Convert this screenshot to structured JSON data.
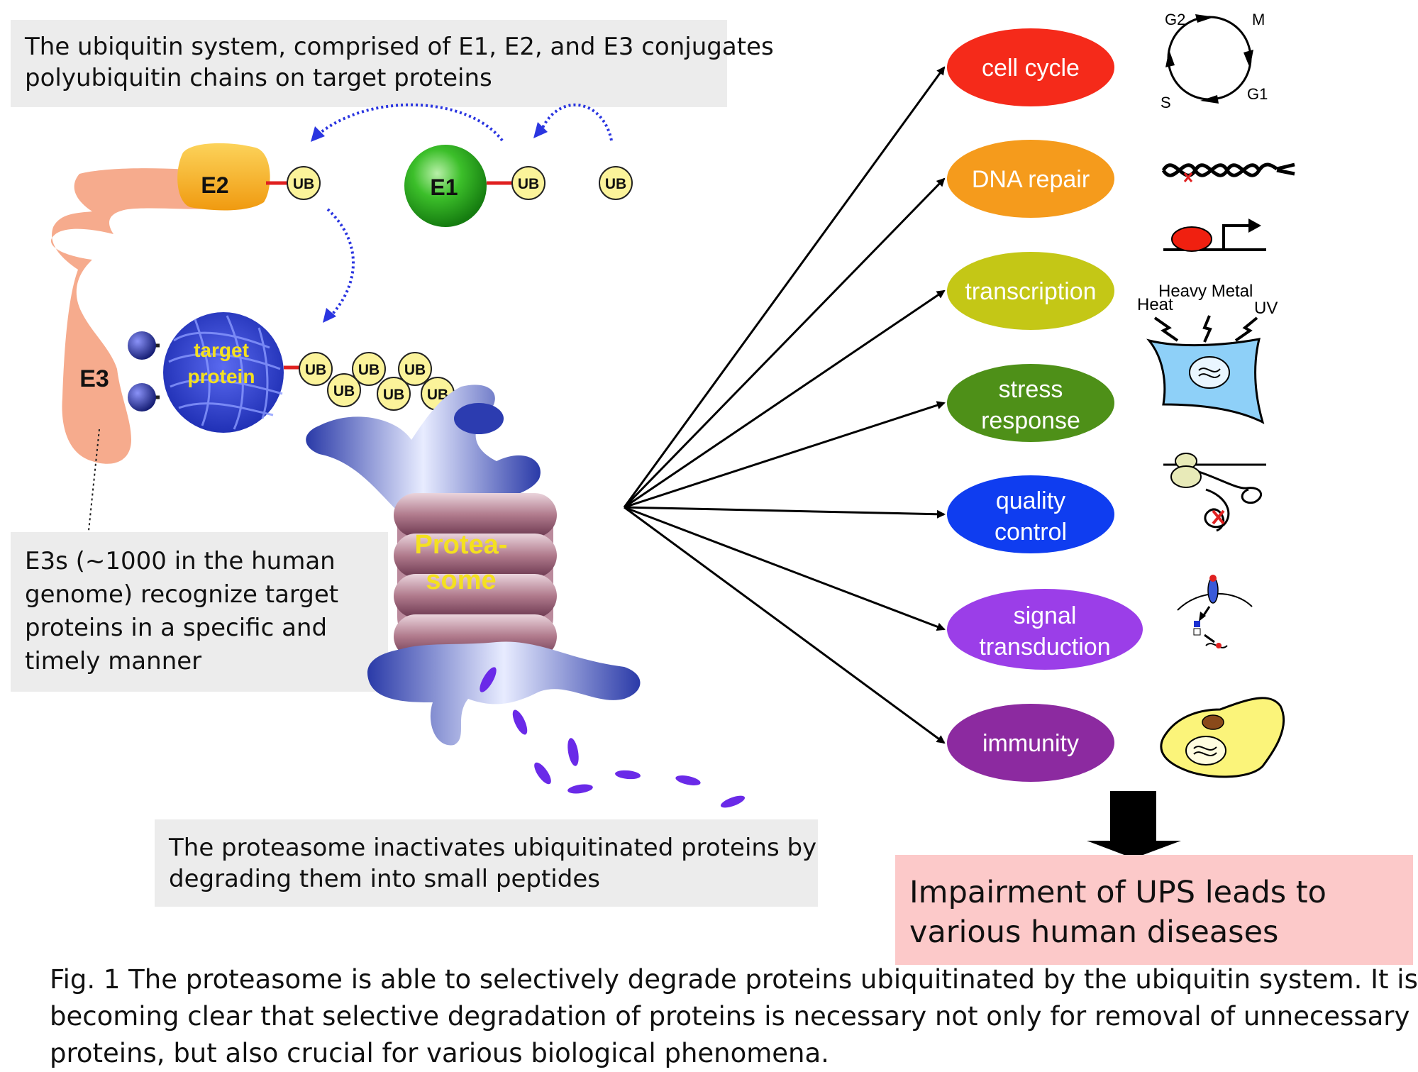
{
  "top_note": {
    "line1": "The ubiquitin system, comprised of E1, E2, and E3 conjugates",
    "line2": "polyubiquitin chains on target proteins"
  },
  "left_note": {
    "line1": "E3s (~1000 in the human",
    "line2": "genome) recognize target",
    "line3": "proteins in a specific and",
    "line4": "timely manner"
  },
  "bottom_note": {
    "line1": "The proteasome inactivates ubiquitinated proteins by",
    "line2": "degrading them into small peptides"
  },
  "labels": {
    "e1": "E1",
    "e2": "E2",
    "e3": "E3",
    "ub": "UB",
    "target_line1": "target",
    "target_line2": "protein",
    "proteasome_line1": "Protea-",
    "proteasome_line2": "some"
  },
  "functions": [
    {
      "line1": "cell cycle",
      "line2": "",
      "color": "#f52a1a"
    },
    {
      "line1": "DNA repair",
      "line2": "",
      "color": "#f59b1c"
    },
    {
      "line1": "transcription",
      "line2": "",
      "color": "#c4c716"
    },
    {
      "line1": "stress",
      "line2": "response",
      "color": "#4e9018"
    },
    {
      "line1": "quality",
      "line2": "control",
      "color": "#0f3df0"
    },
    {
      "line1": "signal",
      "line2": "transduction",
      "color": "#9b3ee8"
    },
    {
      "line1": "immunity",
      "line2": "",
      "color": "#8c2aa0"
    }
  ],
  "cell_cycle_phases": {
    "g2": "G2",
    "m": "M",
    "g1": "G1",
    "s": "S"
  },
  "stress_labels": {
    "heat": "Heat",
    "heavy_metal": "Heavy Metal",
    "uv": "UV"
  },
  "impairment": {
    "line1": "Impairment of UPS leads to",
    "line2": "various human diseases"
  },
  "caption": {
    "line1": "Fig. 1 The proteasome is able to selectively degrade proteins ubiquitinated by the ubiquitin system. It is",
    "line2": "becoming clear that selective degradation of proteins is necessary not only for removal of unnecessary",
    "line3": "proteins, but also crucial for various biological phenomena."
  }
}
